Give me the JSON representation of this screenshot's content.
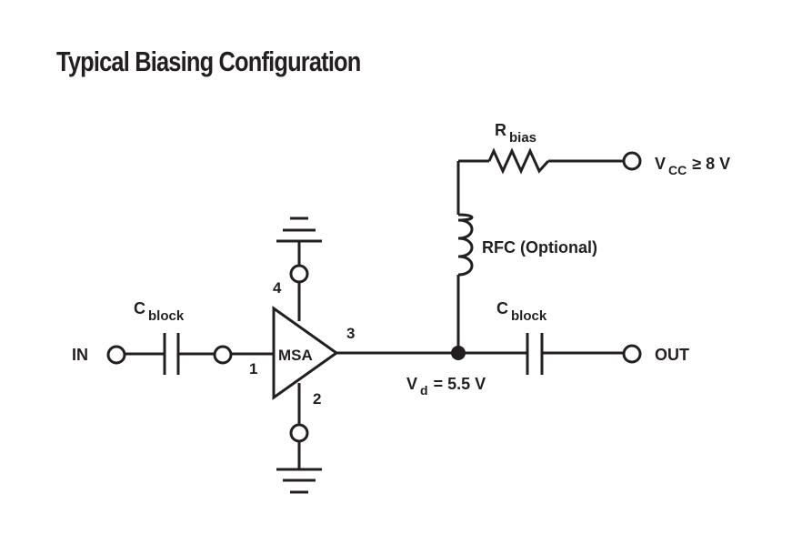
{
  "title": "Typical Biasing Configuration",
  "labels": {
    "in": "IN",
    "out": "OUT",
    "c_block_in": "C",
    "c_block_in_sub": "block",
    "c_block_out": "C",
    "c_block_out_sub": "block",
    "r_bias": "R",
    "r_bias_sub": "bias",
    "vcc": "V",
    "vcc_sub": "CC",
    "vcc_value": "≥ 8 V",
    "rfc": "RFC (Optional)",
    "vd": "V",
    "vd_sub": "d",
    "vd_value": "= 5.5 V",
    "amp": "MSA",
    "pin1": "1",
    "pin2": "2",
    "pin3": "3",
    "pin4": "4"
  }
}
